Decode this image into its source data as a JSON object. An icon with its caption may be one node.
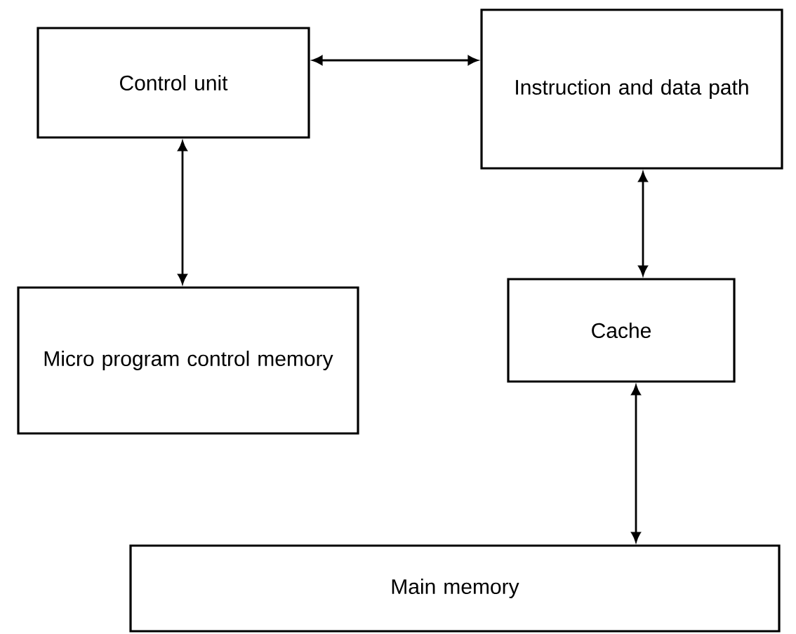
{
  "diagram": {
    "nodes": [
      {
        "text": [
          "Control unit"
        ]
      },
      {
        "text": [
          "Instruction and data path"
        ]
      },
      {
        "text": [
          "Micro program control memory"
        ]
      },
      {
        "text": [
          "Cache"
        ]
      },
      {
        "text": [
          "Main memory"
        ]
      }
    ],
    "edges": [
      {
        "from": 0,
        "to": 1,
        "arrow": "both"
      },
      {
        "from": 0,
        "to": 2,
        "arrow": "both"
      },
      {
        "from": 1,
        "to": 3,
        "arrow": "both"
      },
      {
        "from": 3,
        "to": 4,
        "arrow": "both"
      }
    ]
  }
}
